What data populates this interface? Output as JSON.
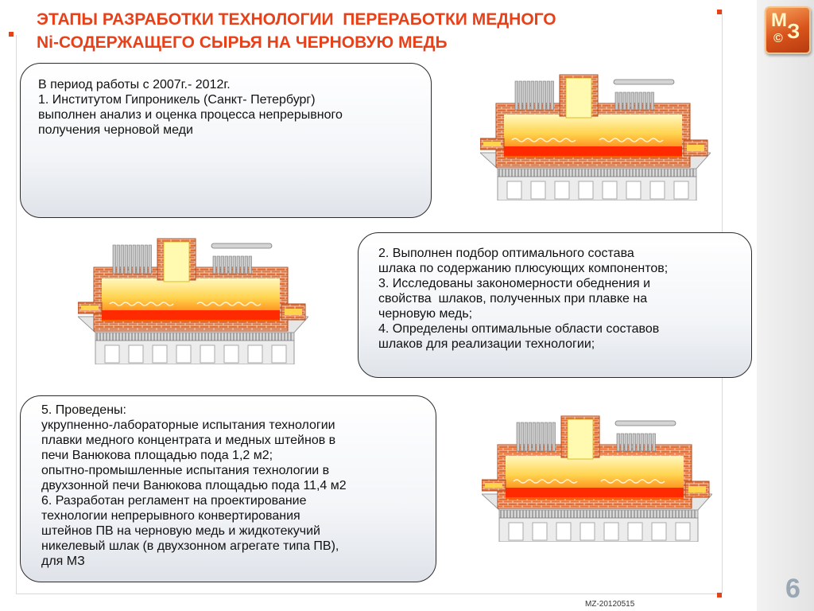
{
  "slide": {
    "title_lines": [
      "ЭТАПЫ РАЗРАБОТКИ ТЕХНОЛОГИИ  ПЕРЕРАБОТКИ МЕДНОГО",
      "Ni-СОДЕРЖАЩЕГО СЫРЬЯ НА ЧЕРНОВУЮ МЕДЬ"
    ],
    "page_number": "6",
    "footer_code": "MZ-20120515",
    "accent_color": "#e8411a"
  },
  "logo": {
    "letter_m": "М",
    "letter_z": "З",
    "letter_c": "©"
  },
  "box1": {
    "lines": [
      "В период работы с 2007г.- 2012г.",
      "1. Институтом Гипроникель (Санкт- Петербург)",
      "выполнен анализ и оценка процесса непрерывного",
      "получения черновой меди"
    ]
  },
  "box2": {
    "lines": [
      "2. Выполнен подбор оптимального состава",
      "шлака по содержанию плюсующих компонентов;",
      "3. Исследованы закономерности обеднения и",
      "свойства  шлаков, полученных при плавке на",
      "черновую медь;",
      "4. Определены оптимальные области составов",
      "шлаков для реализации технологии;"
    ]
  },
  "box3": {
    "lines": [
      "5. Проведены:",
      "укрупненно-лабораторные испытания технологии",
      "плавки медного концентрата и медных штейнов в",
      "печи Ванюкова площадью пода 1,2 м2;",
      "опытно-промышленные испытания технологии в",
      "двухзонной печи Ванюкова площадью пода 11,4 м2",
      "6. Разработан регламент на проектирование",
      "технологии непрерывного конвертирования",
      "штейнов ПВ на черновую медь и жидкотекучий",
      "никелевый шлак (в двухзонном агрегате типа ПВ),",
      "для МЗ"
    ]
  },
  "furnace_illustrations": [
    "two-zone-furnace",
    "two-zone-furnace",
    "two-zone-furnace"
  ]
}
